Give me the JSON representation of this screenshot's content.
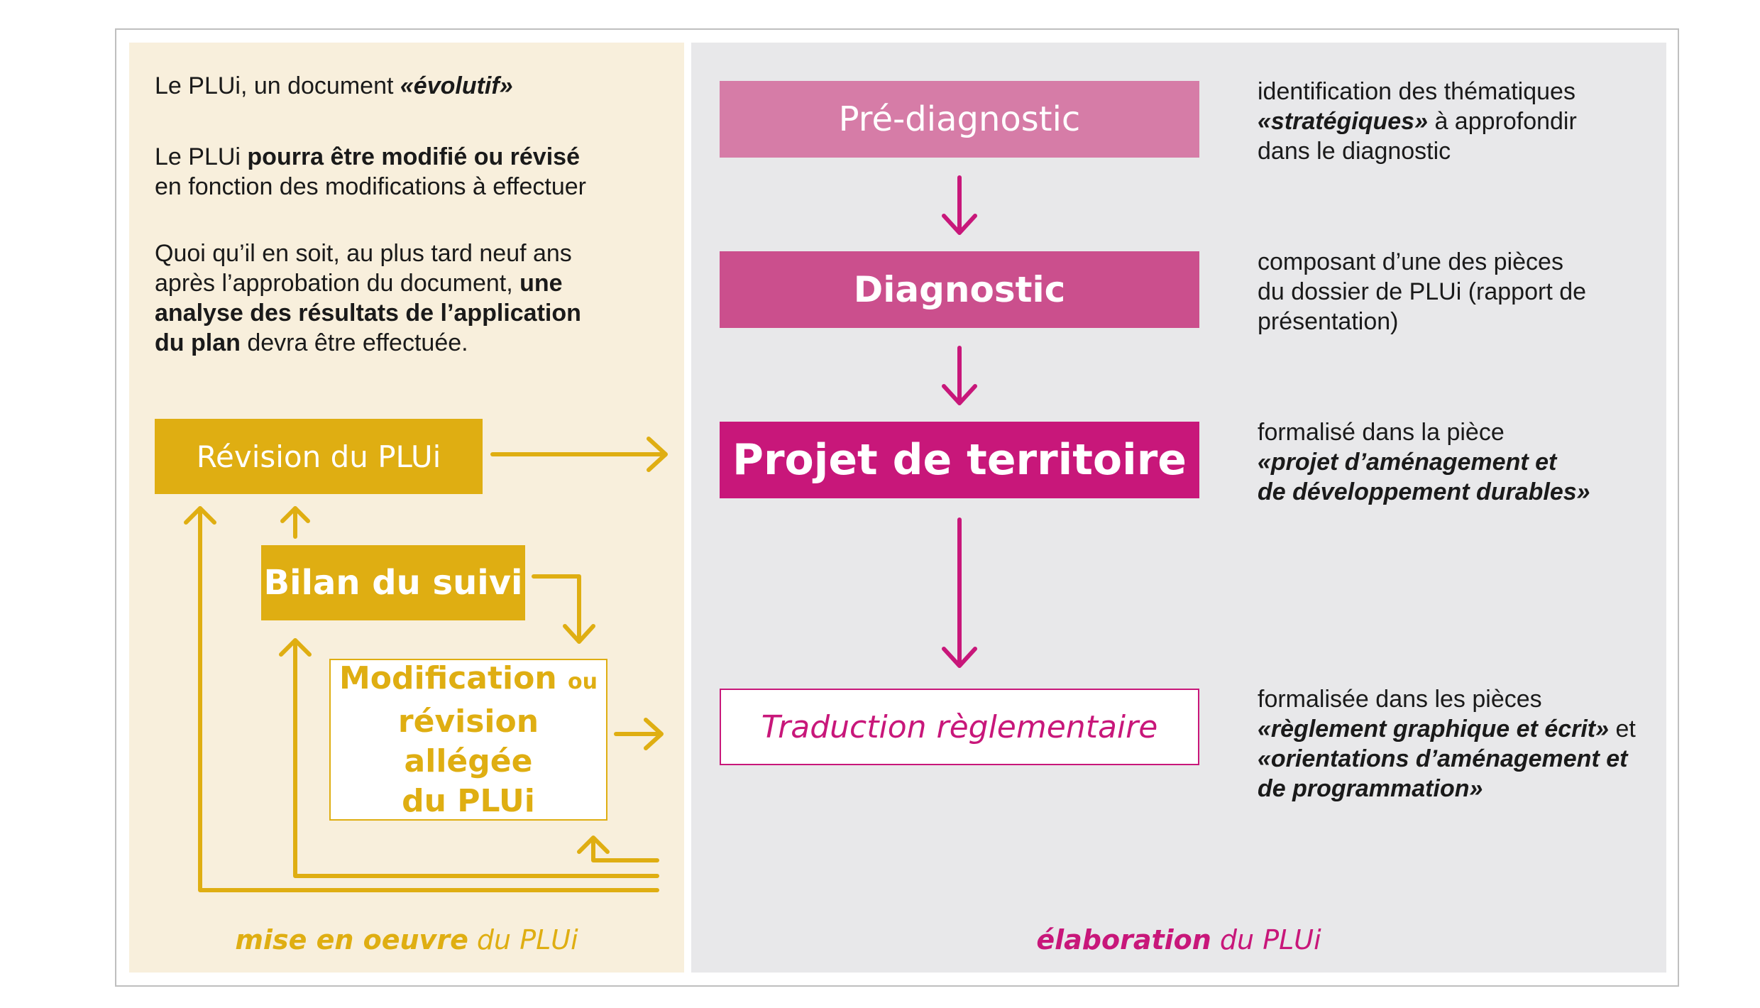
{
  "left": {
    "intro": {
      "text": "Le PLUi, un document ",
      "em": "«évolutif»"
    },
    "p2": {
      "before": "Le PLUi ",
      "bold": "pourra être modifié ou révisé",
      "line2": "en fonction des modifications à effectuer"
    },
    "p3": {
      "line1": "Quoi qu’il en soit, au plus tard neuf ans",
      "line2_before": "après l’approbation du document, ",
      "line2_bold": "une",
      "line3_bold": "analyse des résultats de l’application",
      "line4_bold": "du plan",
      "line4_after": " devra être effectuée."
    },
    "revision_label": "Révision du PLUi",
    "bilan_label": "Bilan du suivi",
    "modification": {
      "main": "Modification",
      "small": "ou",
      "line2": "révision allégée",
      "line3": "du PLUi"
    },
    "footer": {
      "bold": "mise en oeuvre",
      "rest": " du PLUi"
    }
  },
  "right": {
    "steps": [
      {
        "label": "Pré-diagnostic",
        "desc": [
          "identification des thématiques",
          "«stratégiques»",
          " à approfondir",
          "dans le diagnostic"
        ]
      },
      {
        "label": "Diagnostic",
        "desc": [
          "composant d’une des pièces",
          "du dossier de PLUi (rapport de",
          "présentation)"
        ]
      },
      {
        "label": "Projet de territoire",
        "desc": [
          "formalisé dans la pièce",
          "«projet d’aménagement et",
          "de développement durables»"
        ]
      },
      {
        "label": "Traduction règlementaire",
        "desc": [
          "formalisée dans les pièces",
          "«règlement graphique et écrit»",
          " et",
          "«orientations d’aménagement et",
          "de programmation»"
        ]
      }
    ],
    "footer": {
      "bold": "élaboration",
      "rest": " du PLUi"
    }
  },
  "colors": {
    "gold": "#dfae12",
    "pink_light": "#d67ca7",
    "pink_mid": "#cb4f8d",
    "magenta": "#c8177a",
    "left_bg": "#f8efdc",
    "right_bg": "#e8e8ea"
  }
}
